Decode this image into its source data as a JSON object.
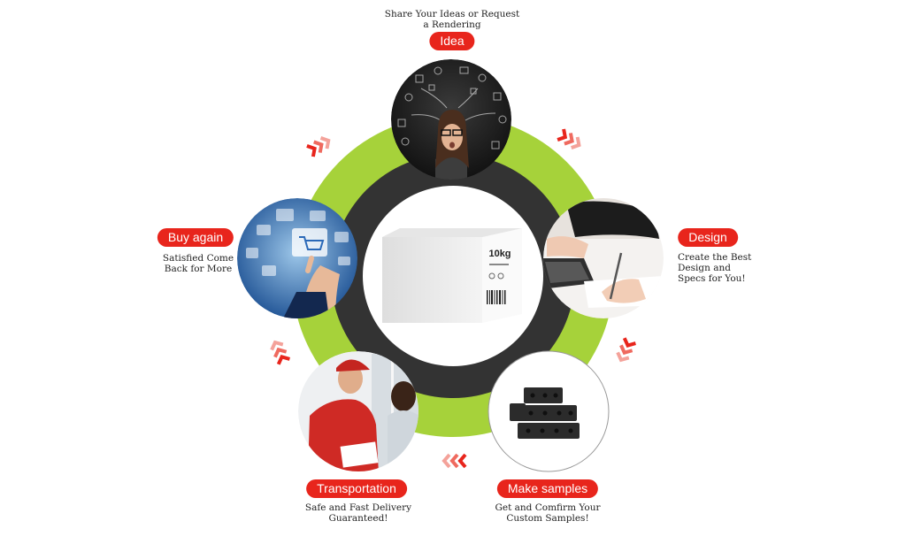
{
  "colors": {
    "ring_green": "#a6d23a",
    "ring_dark": "#333333",
    "label_red": "#e8251c",
    "chevron_red": "#e8251c",
    "chevron_pink": "#f4a29a"
  },
  "center": {
    "image": "white-box-10kg",
    "box_text": "10kg"
  },
  "steps": [
    {
      "id": "idea",
      "label": "Idea",
      "description": "Share Your Ideas or Request\na Rendering",
      "image": "thinking-woman-with-icons"
    },
    {
      "id": "design",
      "label": "Design",
      "description": "Create the Best\nDesign and\nSpecs for You!",
      "image": "hand-writing-at-laptop"
    },
    {
      "id": "make-samples",
      "label": "Make samples",
      "description": "Get and Comfirm Your\nCustom Samples!",
      "image": "charcoal-briquettes"
    },
    {
      "id": "transportation",
      "label": "Transportation",
      "description": "Safe and Fast Delivery\nGuaranteed!",
      "image": "delivery-man"
    },
    {
      "id": "buy-again",
      "label": "Buy again",
      "description": "Satisfied Come\nBack for More",
      "image": "online-shopping-hand"
    }
  ]
}
